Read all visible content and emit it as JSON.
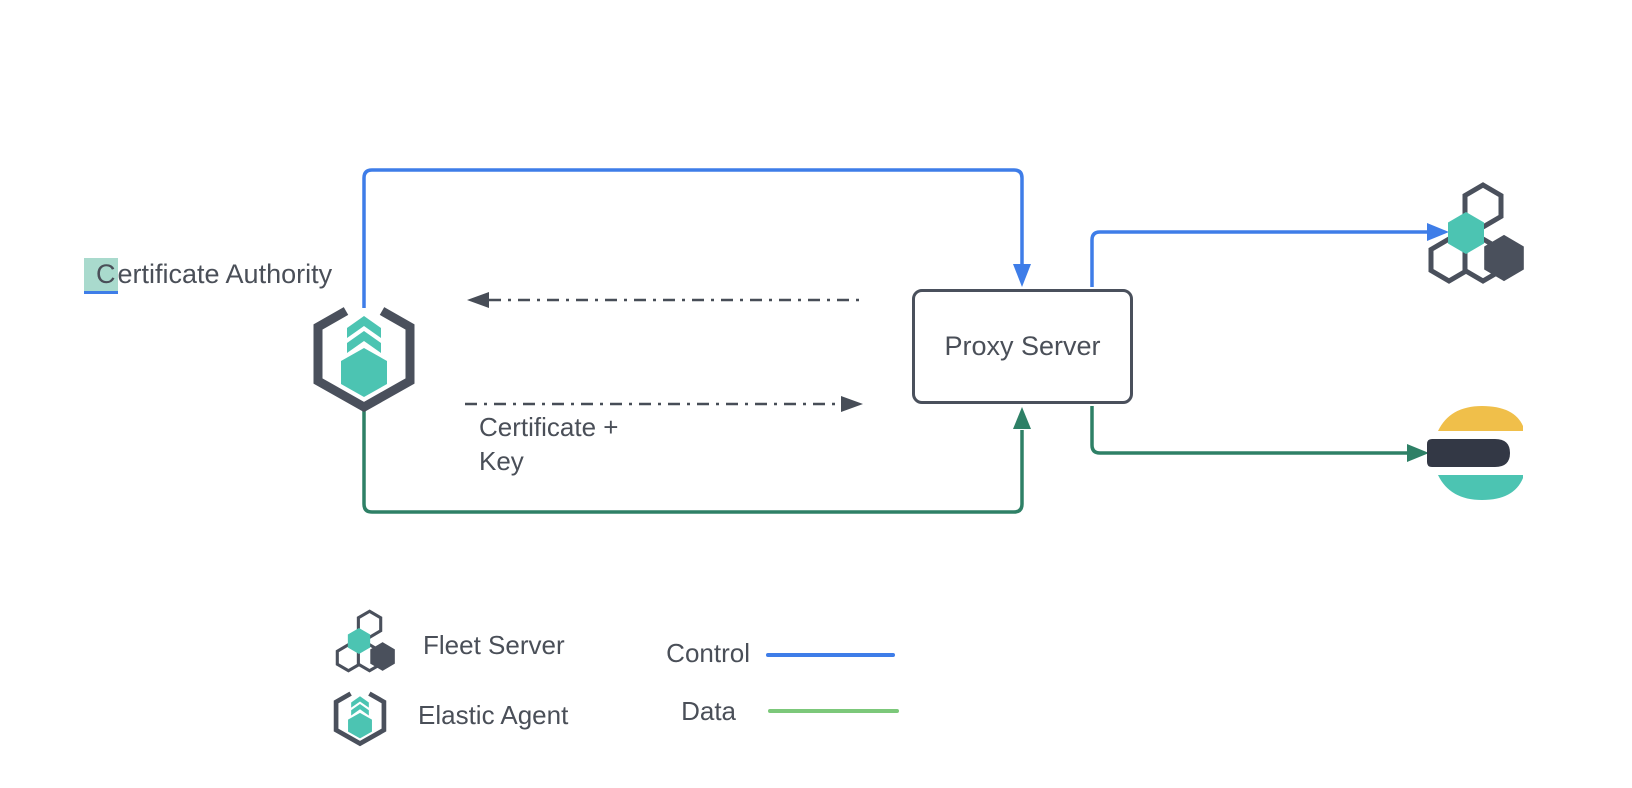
{
  "diagram": {
    "nodes": {
      "certificate_authority": {
        "label_first_char": "C",
        "label_rest": "ertificate Authority"
      },
      "proxy_server": {
        "label": "Proxy Server"
      },
      "certificate_key": {
        "line1": "Certificate +",
        "line2": "Key"
      }
    },
    "legend": {
      "fleet_server_label": "Fleet Server",
      "elastic_agent_label": "Elastic Agent",
      "control_label": "Control",
      "data_label": "Data"
    },
    "icons": {
      "elastic_agent": "elastic-agent-icon",
      "fleet_server": "fleet-server-icon",
      "elasticsearch": "elasticsearch-logo"
    },
    "colors": {
      "control_blue": "#3e7de8",
      "data_green": "#2e8066",
      "legend_data_green": "#7cc87a",
      "teal": "#4cc4b2",
      "slate": "#4a505c",
      "text": "#4a4f58",
      "dashed_gray": "#474d57",
      "elastic_yellow": "#f0bf4a",
      "elastic_navy": "#333845",
      "selection_highlight": "#a9dacd"
    }
  }
}
